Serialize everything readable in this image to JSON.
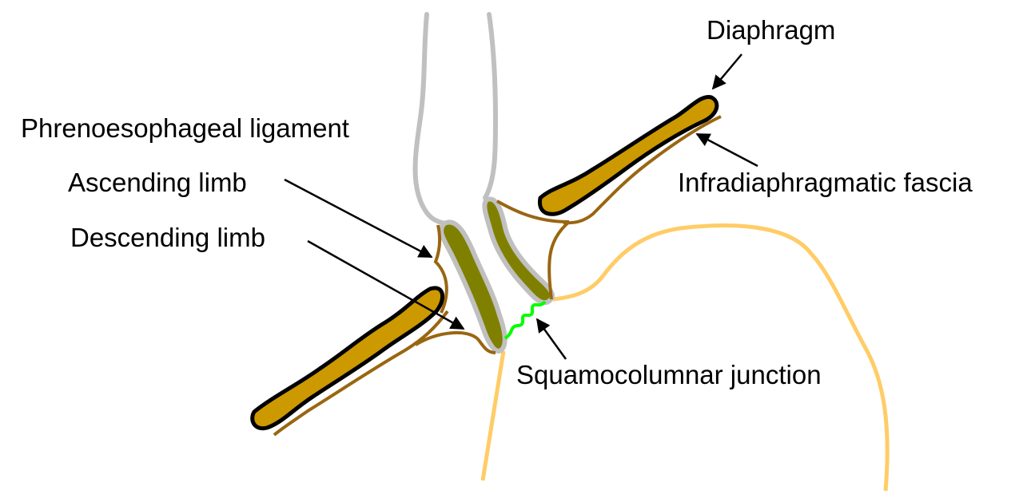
{
  "labels": {
    "diaphragm": "Diaphragm",
    "phrenoesophageal_ligament": "Phrenoesophageal ligament",
    "ascending_limb": "Ascending limb",
    "descending_limb": "Descending limb",
    "infradiaphragmatic_fascia": "Infradiaphragmatic fascia",
    "squamocolumnar_junction": "Squamocolumnar junction"
  },
  "colors": {
    "esophagus_wall": "#c0c0c0",
    "diaphragm_fill": "#cc9900",
    "diaphragm_outline": "#000000",
    "ligament": "#996611",
    "esophageal_muscle": "#808000",
    "stomach": "#ffcc66",
    "junction": "#00ff00",
    "arrow": "#000000"
  }
}
